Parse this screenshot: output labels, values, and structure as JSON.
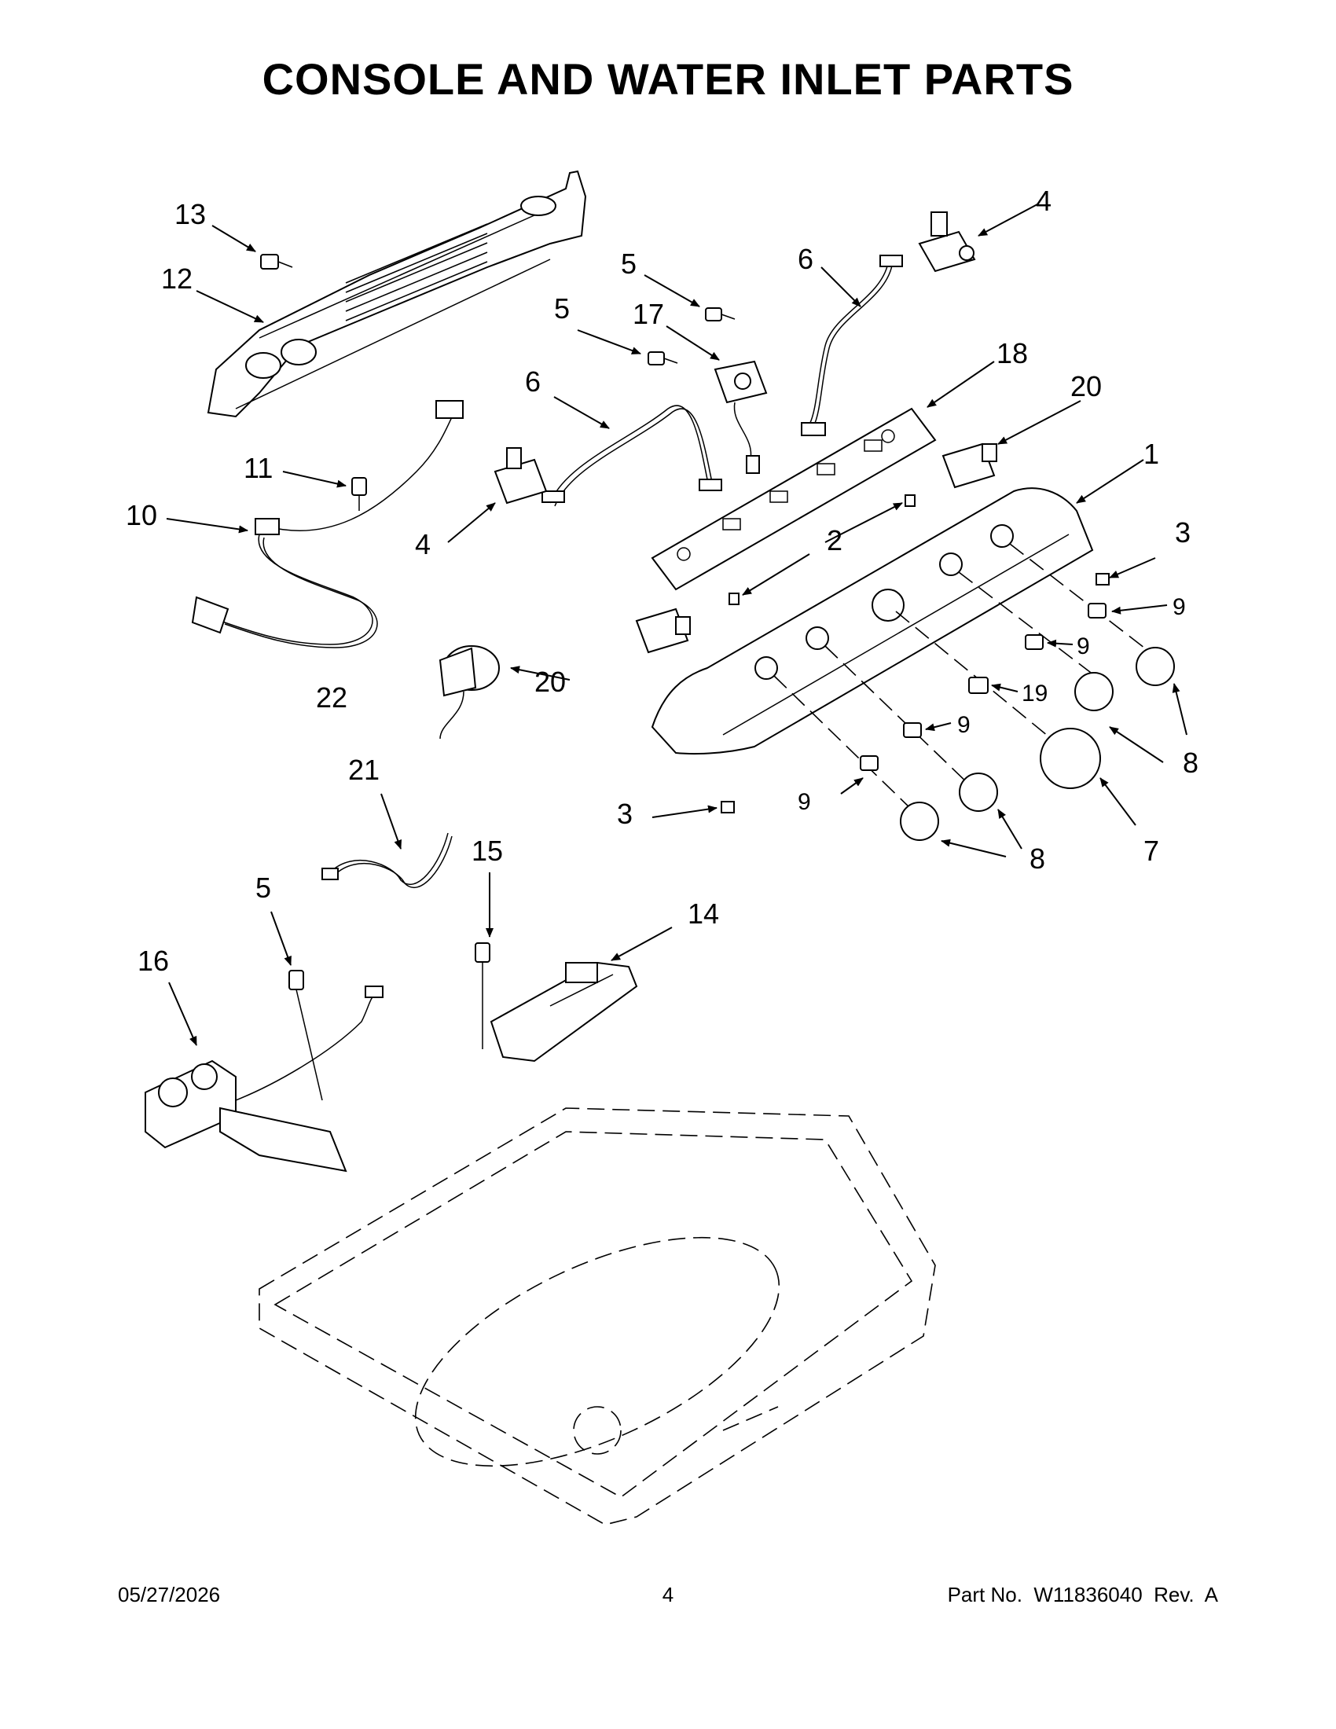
{
  "title": "CONSOLE AND WATER INLET PARTS",
  "footer": {
    "date": "05/27/2026",
    "page": "4",
    "part_no": "Part No.  W11836040  Rev.  A"
  },
  "callouts": {
    "c1": "1",
    "c2": "2",
    "c3a": "3",
    "c3b": "3",
    "c4a": "4",
    "c4b": "4",
    "c5a": "5",
    "c5b": "5",
    "c5c": "5",
    "c6a": "6",
    "c6b": "6",
    "c7": "7",
    "c8a": "8",
    "c8b": "8",
    "c9a": "9",
    "c9b": "9",
    "c9c": "9",
    "c9d": "9",
    "c10": "10",
    "c11": "11",
    "c12": "12",
    "c13": "13",
    "c14": "14",
    "c15": "15",
    "c16": "16",
    "c17": "17",
    "c18": "18",
    "c19": "19",
    "c20a": "20",
    "c20b": "20",
    "c21": "21",
    "c22": "22"
  }
}
